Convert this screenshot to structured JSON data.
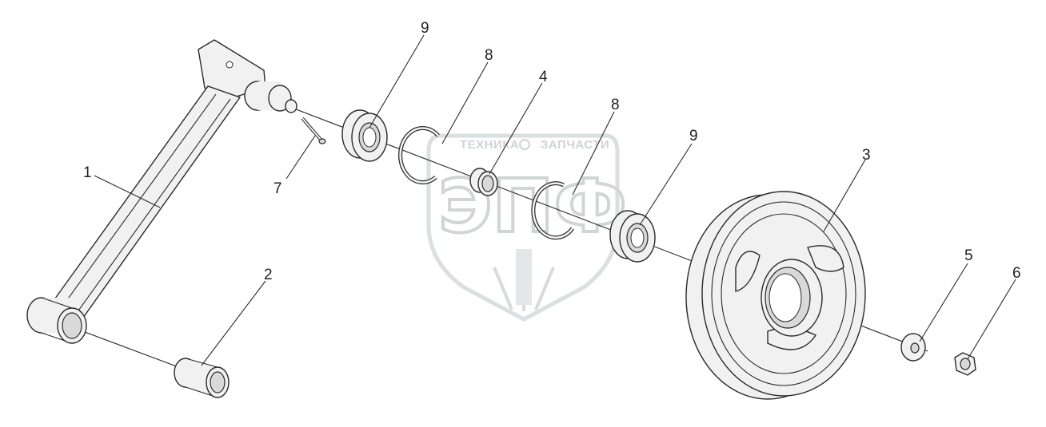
{
  "watermark": {
    "left_text": "ТЕХНИКА",
    "right_text": "ЗАПЧАСТИ",
    "big_text": "ЭПФ"
  },
  "callouts": [
    {
      "id": "c1",
      "label": "1"
    },
    {
      "id": "c2",
      "label": "2"
    },
    {
      "id": "c3",
      "label": "3"
    },
    {
      "id": "c4",
      "label": "4"
    },
    {
      "id": "c5",
      "label": "5"
    },
    {
      "id": "c6",
      "label": "6"
    },
    {
      "id": "c7",
      "label": "7"
    },
    {
      "id": "c8a",
      "label": "8"
    },
    {
      "id": "c8b",
      "label": "8"
    },
    {
      "id": "c9a",
      "label": "9"
    },
    {
      "id": "c9b",
      "label": "9"
    }
  ]
}
